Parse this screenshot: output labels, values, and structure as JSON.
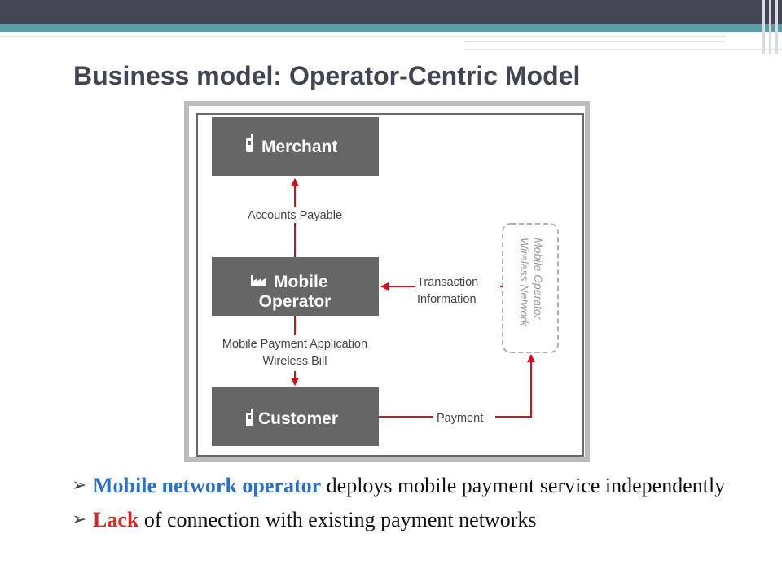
{
  "slide": {
    "title": "Business model: Operator-Centric Model"
  },
  "diagram": {
    "nodes": {
      "merchant": {
        "label": "Merchant",
        "icon": "phone-icon"
      },
      "operator": {
        "label_line1": "Mobile",
        "label_line2": "Operator",
        "icon": "factory-icon"
      },
      "customer": {
        "label": "Customer",
        "icon": "phone-icon"
      },
      "network": {
        "label_line1": "Mobile Operator",
        "label_line2": "Wireless Network"
      }
    },
    "edges": {
      "accounts_payable": "Accounts Payable",
      "app_line1": "Mobile Payment Application",
      "app_line2": "Wireless Bill",
      "transaction_line1": "Transaction",
      "transaction_line2": "Information",
      "payment": "Payment"
    },
    "colors": {
      "box": "#666666",
      "arrow": "#c4161c",
      "dashed_box": "#b0b0b0"
    }
  },
  "bullets": [
    {
      "highlight": "Mobile network operator",
      "rest": " deploys mobile payment service independently",
      "highlight_color": "#2e6fc1"
    },
    {
      "highlight": "Lack",
      "rest": " of connection with existing payment networks",
      "highlight_color": "#d52a22"
    }
  ]
}
